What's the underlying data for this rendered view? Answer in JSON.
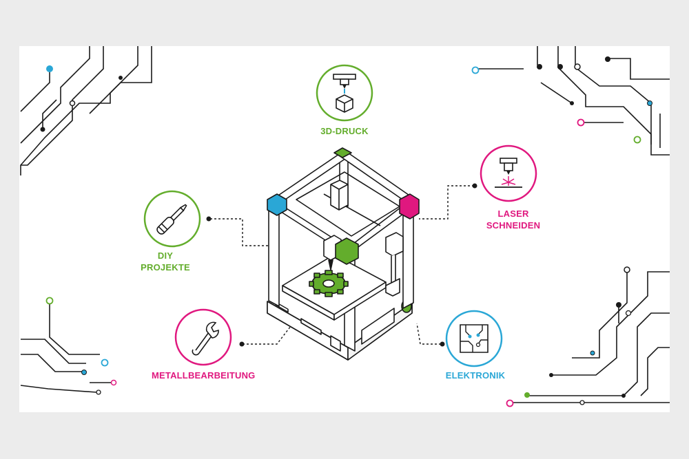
{
  "colors": {
    "green": "#63ad2c",
    "magenta": "#e0187f",
    "cyan": "#2aa7d6",
    "ink": "#1a1a1a",
    "background": "#ececec",
    "panel": "#ffffff"
  },
  "categories": [
    {
      "id": "3d",
      "label": "3D-DRUCK",
      "icon": "3d-printer-nozzle-cube-icon",
      "color": "#63ad2c"
    },
    {
      "id": "diy",
      "label_line1": "DIY",
      "label_line2": "PROJEKTE",
      "icon": "screwdriver-icon",
      "color": "#63ad2c"
    },
    {
      "id": "metal",
      "label": "METALLBEARBEITUNG",
      "icon": "wrench-icon",
      "color": "#e0187f"
    },
    {
      "id": "laser",
      "label_line1": "LASER",
      "label_line2": "SCHNEIDEN",
      "icon": "laser-cutter-icon",
      "color": "#e0187f"
    },
    {
      "id": "elec",
      "label": "ELEKTRONIK",
      "icon": "circuit-board-icon",
      "color": "#2aa7d6"
    }
  ],
  "central_illustration": "3d-printer-machine",
  "decoration": "circuit-traces"
}
